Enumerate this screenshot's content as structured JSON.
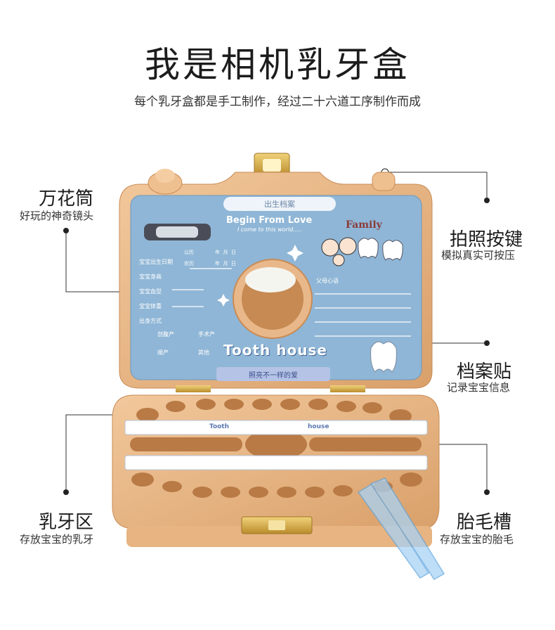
{
  "header": {
    "title": "我是相机乳牙盒",
    "subtitle": "每个乳牙盒都是手工制作，经过二十六道工序制作而成"
  },
  "callouts": [
    {
      "key": "kaleidoscope",
      "title": "万花筒",
      "desc": "好玩的神奇镜头"
    },
    {
      "key": "shutter",
      "title": "拍照按键",
      "desc": "模拟真实可按压"
    },
    {
      "key": "sticker",
      "title": "档案贴",
      "desc": "记录宝宝信息"
    },
    {
      "key": "teeth",
      "title": "乳牙区",
      "desc": "存放宝宝的乳牙"
    },
    {
      "key": "hair",
      "title": "胎毛槽",
      "desc": "存放宝宝的胎毛"
    }
  ],
  "lid_card": {
    "tab_label": "出生档案",
    "banner": "Begin From Love",
    "banner_sub": "I come to this world.....",
    "family": "Family",
    "fields": [
      "宝宝出生日期",
      "宝宝身高",
      "宝宝血型",
      "宝宝体重",
      "出身方式"
    ],
    "calendar_solar": "公历",
    "calendar_lunar": "农历",
    "date_units": "年  月  日",
    "birth_natural": "顺产",
    "birth_csection": "剖腹产",
    "birth_surgery": "手术产",
    "birth_other": "其他",
    "parents_words": "父母心语",
    "logo": "Tooth house",
    "ribbon": "照亮不一样的爱"
  },
  "tray": {
    "strip_text_left": "Tooth",
    "strip_text_right": "house"
  },
  "colors": {
    "wood": "#e9b88a",
    "wood_dark": "#c98b55",
    "card_blue": "#8fb6d6",
    "gold": "#d8b04a"
  }
}
